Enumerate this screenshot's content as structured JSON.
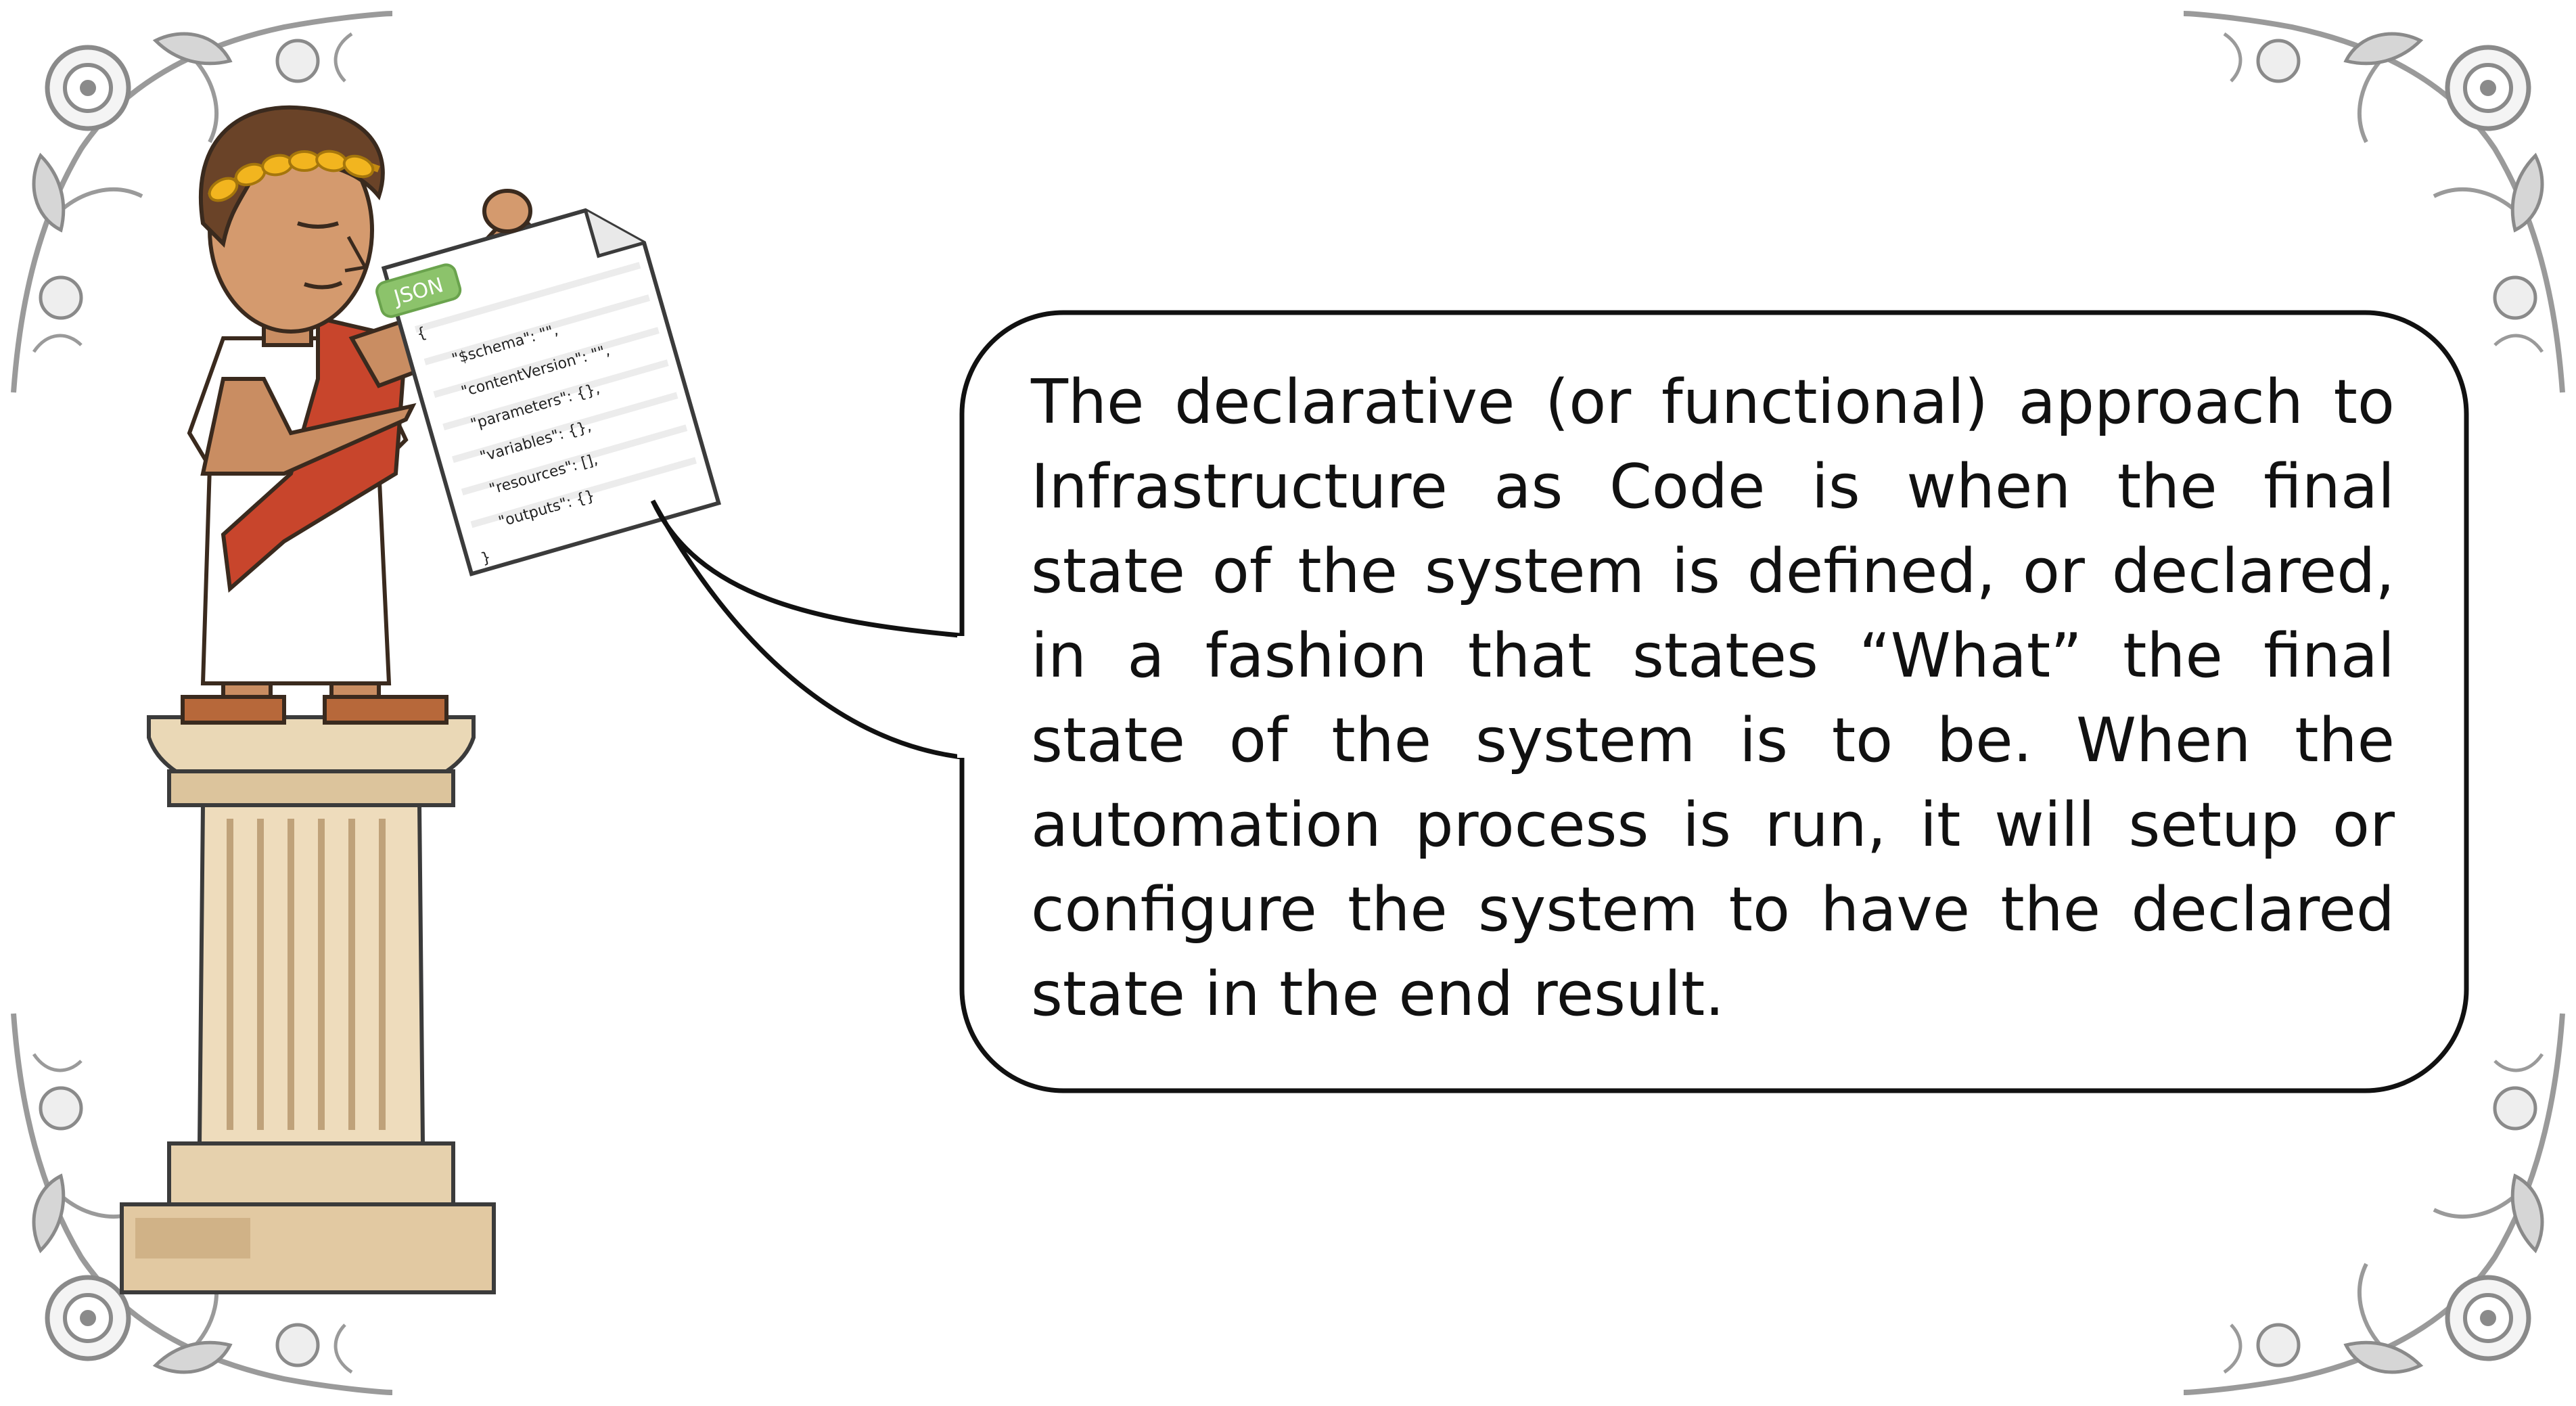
{
  "document": {
    "badge": "JSON",
    "lines": [
      "{",
      "\"$schema\": \"\",",
      "\"contentVersion\": \"\",",
      "\"parameters\": {},",
      "\"variables\": {},",
      "\"resources\": [],",
      "\"outputs\": {}",
      "}"
    ]
  },
  "bubble": {
    "text": "The declarative (or functional) approach to Infrastructure as Code is when the final state of the system is defined, or declared, in a fashion that states “What” the final state of the system is to be. When the automation process is run, it will setup or configure the system to have the declared state in the end result."
  },
  "colors": {
    "toga": "#c8452c",
    "laurel": "#f2b51f",
    "badge": "#8cc36b",
    "column": "#e9d7b5",
    "skin": "#c98d62",
    "hair": "#5a3a22",
    "ornament": "#9a9a9a"
  }
}
